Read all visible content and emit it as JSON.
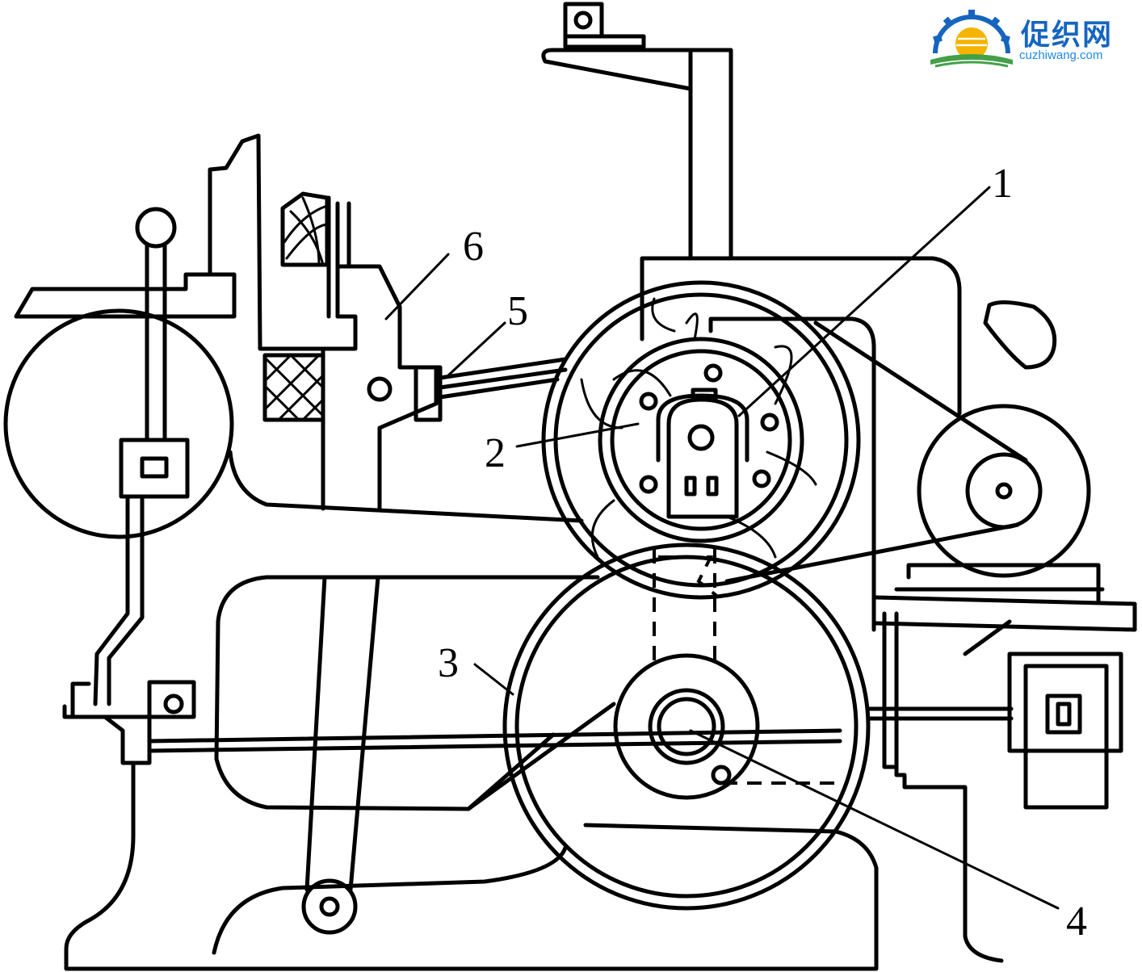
{
  "callouts": [
    {
      "id": "1",
      "text": "1"
    },
    {
      "id": "2",
      "text": "2"
    },
    {
      "id": "3",
      "text": "3"
    },
    {
      "id": "4",
      "text": "4"
    },
    {
      "id": "5",
      "text": "5"
    },
    {
      "id": "6",
      "text": "6"
    }
  ],
  "watermark": {
    "brand": "促织网",
    "url": "cuzhiwang.com",
    "colors": {
      "primary": "#1565c0",
      "sun": "#f4b400",
      "ground": "#43a047"
    }
  }
}
